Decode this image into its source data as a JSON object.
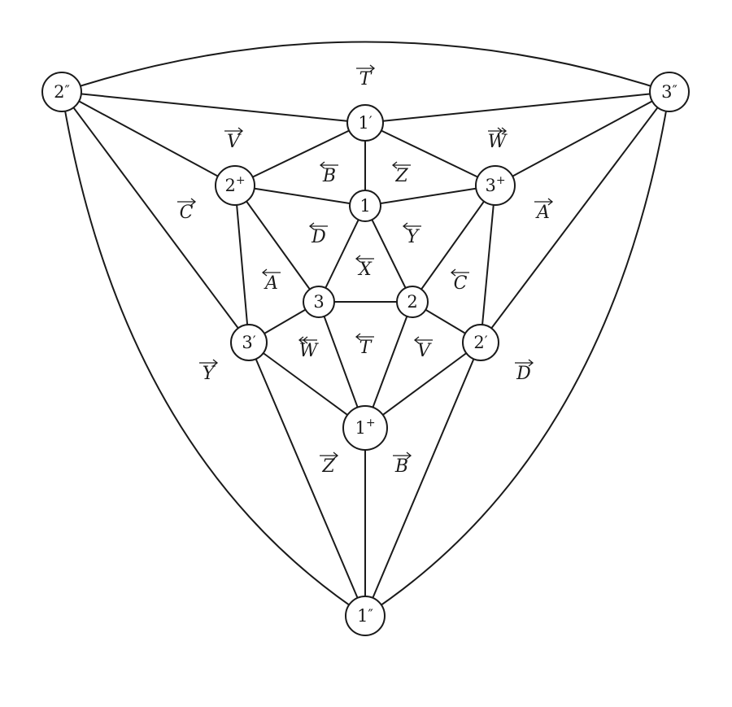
{
  "nodes": [
    {
      "id": "n2pp",
      "base": "2",
      "mark": "″"
    },
    {
      "id": "n3pp",
      "base": "3",
      "mark": "″"
    },
    {
      "id": "n1p",
      "base": "1",
      "mark": "′"
    },
    {
      "id": "n2plus",
      "base": "2",
      "sup": "+"
    },
    {
      "id": "n3plus",
      "base": "3",
      "sup": "+"
    },
    {
      "id": "n1",
      "base": "1"
    },
    {
      "id": "n3",
      "base": "3"
    },
    {
      "id": "n2",
      "base": "2"
    },
    {
      "id": "n3p",
      "base": "3",
      "mark": "′"
    },
    {
      "id": "n2p",
      "base": "2",
      "mark": "′"
    },
    {
      "id": "n1plus",
      "base": "1",
      "sup": "+"
    },
    {
      "id": "n1pp",
      "base": "1",
      "mark": "″"
    }
  ],
  "edges": [
    [
      "n2pp",
      "n3pp"
    ],
    [
      "n2pp",
      "n1p"
    ],
    [
      "n3pp",
      "n1p"
    ],
    [
      "n2pp",
      "n2plus"
    ],
    [
      "n2pp",
      "n3p"
    ],
    [
      "n2pp",
      "n1pp"
    ],
    [
      "n3pp",
      "n3plus"
    ],
    [
      "n3pp",
      "n2p"
    ],
    [
      "n3pp",
      "n1pp"
    ],
    [
      "n1p",
      "n2plus"
    ],
    [
      "n1p",
      "n3plus"
    ],
    [
      "n1p",
      "n1"
    ],
    [
      "n2plus",
      "n1"
    ],
    [
      "n3plus",
      "n1"
    ],
    [
      "n2plus",
      "n3"
    ],
    [
      "n2plus",
      "n3p"
    ],
    [
      "n3plus",
      "n2"
    ],
    [
      "n3plus",
      "n2p"
    ],
    [
      "n1",
      "n3"
    ],
    [
      "n1",
      "n2"
    ],
    [
      "n3",
      "n2"
    ],
    [
      "n3",
      "n3p"
    ],
    [
      "n3",
      "n1plus"
    ],
    [
      "n2",
      "n2p"
    ],
    [
      "n2",
      "n1plus"
    ],
    [
      "n3p",
      "n1plus"
    ],
    [
      "n2p",
      "n1plus"
    ],
    [
      "n3p",
      "n1pp"
    ],
    [
      "n2p",
      "n1pp"
    ],
    [
      "n1plus",
      "n1pp"
    ]
  ],
  "edge_labels": [
    {
      "id": "T-top",
      "text": "T",
      "arrow": "right"
    },
    {
      "id": "V-ul",
      "text": "V",
      "arrow": "right"
    },
    {
      "id": "W-ur",
      "text": "W",
      "arrow": "double-right"
    },
    {
      "id": "B-in",
      "text": "B",
      "arrow": "left"
    },
    {
      "id": "Z-in",
      "text": "Z",
      "arrow": "left"
    },
    {
      "id": "C-left",
      "text": "C",
      "arrow": "right"
    },
    {
      "id": "A-right",
      "text": "A",
      "arrow": "right"
    },
    {
      "id": "D-in",
      "text": "D",
      "arrow": "left"
    },
    {
      "id": "Y-in",
      "text": "Y",
      "arrow": "left"
    },
    {
      "id": "X-center",
      "text": "X",
      "arrow": "left"
    },
    {
      "id": "A-in",
      "text": "A",
      "arrow": "left"
    },
    {
      "id": "C-in",
      "text": "C",
      "arrow": "left"
    },
    {
      "id": "W-in",
      "text": "W",
      "arrow": "double-left"
    },
    {
      "id": "T-in",
      "text": "T",
      "arrow": "left"
    },
    {
      "id": "V-in",
      "text": "V",
      "arrow": "left"
    },
    {
      "id": "Y-out",
      "text": "Y",
      "arrow": "right"
    },
    {
      "id": "D-out",
      "text": "D",
      "arrow": "right"
    },
    {
      "id": "Z-bottom",
      "text": "Z",
      "arrow": "right"
    },
    {
      "id": "B-bottom",
      "text": "B",
      "arrow": "right"
    }
  ]
}
